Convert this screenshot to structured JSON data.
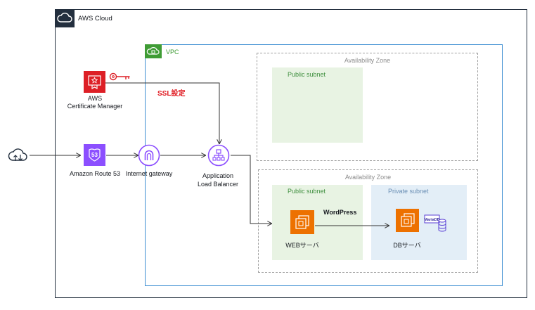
{
  "cloud": {
    "title": "AWS Cloud"
  },
  "vpc": {
    "title": "VPC"
  },
  "zones": [
    {
      "title": "Availability Zone",
      "public_subnet": "Public subnet"
    },
    {
      "title": "Availability Zone",
      "public_subnet": "Public subnet",
      "private_subnet": "Private subnet"
    }
  ],
  "services": {
    "acm": {
      "line1": "AWS",
      "line2": "Certificate Manager"
    },
    "route53": {
      "label": "Amazon Route 53",
      "badge": "53"
    },
    "igw": {
      "label": "Internet gateway"
    },
    "alb": {
      "line1": "Application",
      "line2": "Load Balancer"
    },
    "web": {
      "label": "WEBサーバ",
      "app": "WordPress"
    },
    "db": {
      "label": "DBサーバ",
      "engine": "MariaDB"
    }
  },
  "annotations": {
    "ssl": "SSL設定"
  },
  "colors": {
    "cloud_border": "#232f3e",
    "vpc_border": "#3f8fd2",
    "vpc_badge": "#3f9c35",
    "zone_border": "#a0a0a0",
    "public_subnet_fill": "#e8f3e3",
    "private_subnet_fill": "#e3eef7",
    "compute_orange": "#ed7100",
    "acm_red": "#dd1f26",
    "network_purple": "#8c4fff",
    "ssl_text": "#e01b22",
    "subnet_text_public": "#3f8f3f",
    "subnet_text_private": "#6b8fb5"
  }
}
